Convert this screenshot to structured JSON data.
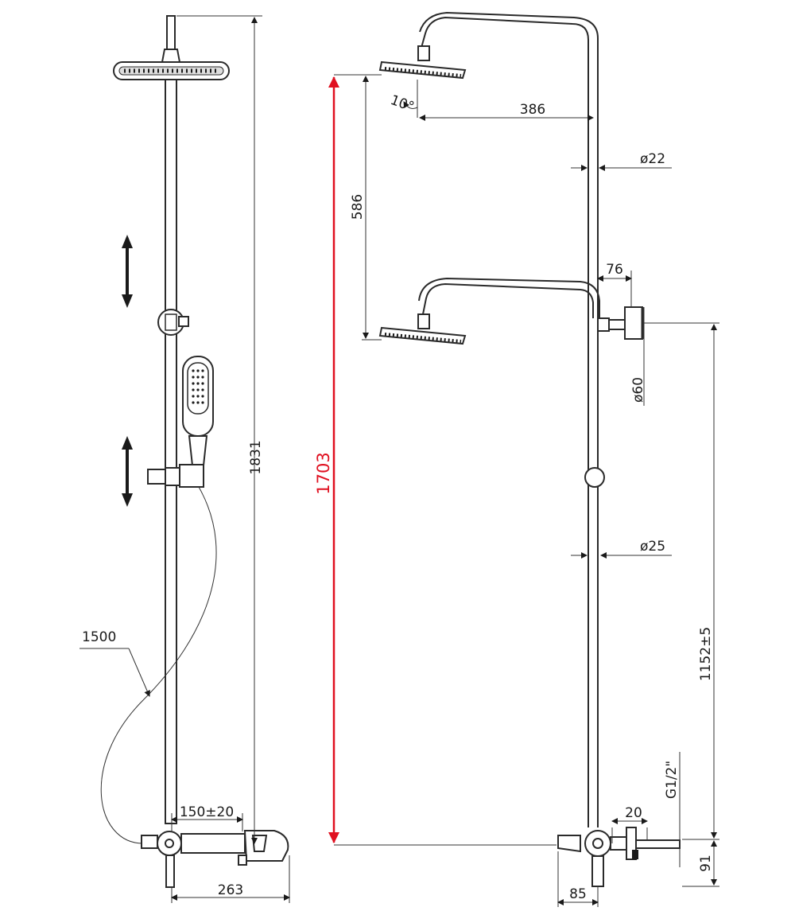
{
  "colors": {
    "line": "#2a2a2a",
    "highlight": "#e01020",
    "background": "#ffffff"
  },
  "front_view": {
    "total_height": "1831",
    "hose_length": "1500",
    "inlet_spacing": "150±20",
    "mixer_width": "263"
  },
  "side_view": {
    "overall_height": "1703",
    "arm_height_range": "586",
    "head_tilt": "10°",
    "arm_reach": "386",
    "upper_pipe_diameter": "ø22",
    "bracket_depth": "76",
    "bracket_diameter": "ø60",
    "lower_pipe_diameter": "ø25",
    "bracket_to_inlet": "1152±5",
    "inlet_thread": "G1/2\"",
    "inlet_offset": "20",
    "inlet_to_bottom": "91",
    "mixer_depth": "85"
  }
}
